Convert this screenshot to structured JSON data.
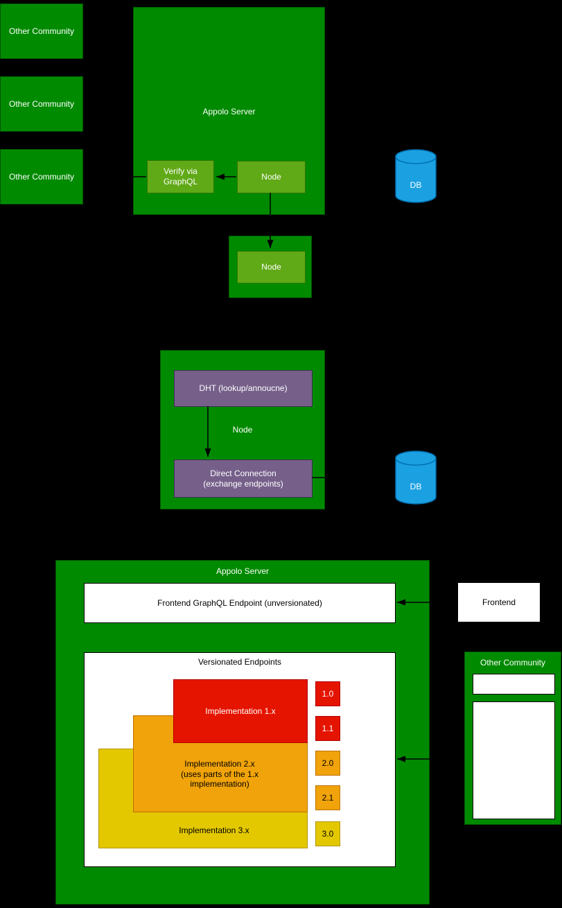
{
  "colors": {
    "background": "#000000",
    "green_dark": "#008a00",
    "green_light": "#60a917",
    "purple": "#76608a",
    "cyan": "#1ba1e2",
    "red": "#e51400",
    "orange": "#f0a30a",
    "yellow": "#e3c800",
    "box_white": "#ffffff",
    "connector": "#000000"
  },
  "diagram": {
    "other_communities_top": [
      "Other Community",
      "Other Community",
      "Other Community"
    ],
    "appolo_server_top": {
      "title": "Appolo Server",
      "verify_box": "Verify via\nGraphQL",
      "node_box": "Node"
    },
    "standalone_node": {
      "node_box": "Node"
    },
    "db_top": "DB",
    "p2p_group": {
      "dht_box": "DHT (lookup/annoucne)",
      "node_label": "Node",
      "direct_connection_box": "Direct Connection\n(exchange endpoints)"
    },
    "db_bottom": "DB",
    "appolo_server_bottom": {
      "title": "Appolo Server",
      "frontend_endpoint_box": "Frontend GraphQL Endpoint (unversionated)",
      "versionated": {
        "title": "Versionated Endpoints",
        "impl_1x": "Implementation 1.x",
        "impl_2x": "Implementation 2.x\n(uses parts of the 1.x\nimplementation)",
        "impl_3x": "Implementation 3.x",
        "versions": [
          {
            "label": "1.0",
            "color": "#e51400"
          },
          {
            "label": "1.1",
            "color": "#e51400"
          },
          {
            "label": "2.0",
            "color": "#f0a30a"
          },
          {
            "label": "2.1",
            "color": "#f0a30a"
          },
          {
            "label": "3.0",
            "color": "#e3c800"
          }
        ]
      }
    },
    "frontend_box": "Frontend",
    "other_community_bottom": {
      "title": "Other Community"
    }
  }
}
